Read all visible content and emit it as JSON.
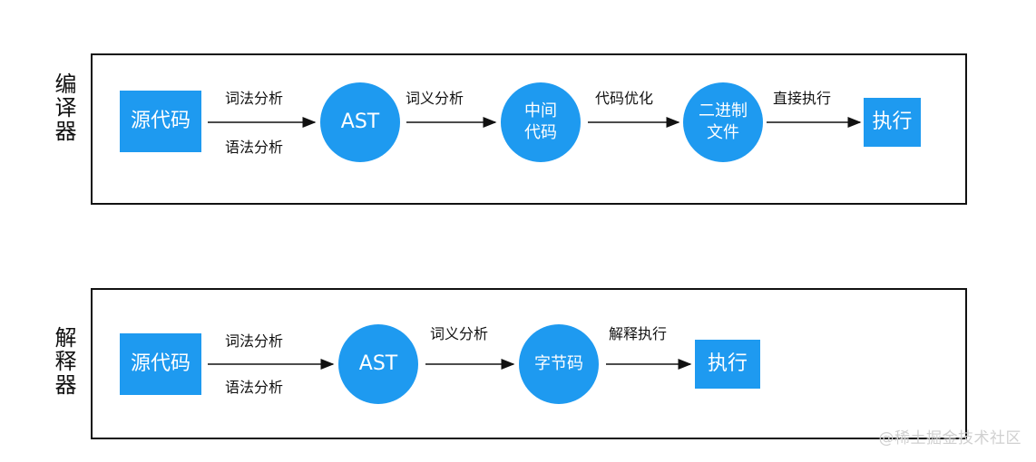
{
  "compiler": {
    "label": "编译器",
    "nodes": {
      "source": "源代码",
      "ast": "AST",
      "ir": "中间\n代码",
      "binary": "二进制\n文件",
      "exec": "执行"
    },
    "edges": {
      "lex": "词法分析",
      "syntax": "语法分析",
      "semantic": "词义分析",
      "optimize": "代码优化",
      "direct_exec": "直接执行"
    }
  },
  "interpreter": {
    "label": "解释器",
    "nodes": {
      "source": "源代码",
      "ast": "AST",
      "bytecode": "字节码",
      "exec": "执行"
    },
    "edges": {
      "lex": "词法分析",
      "syntax": "语法分析",
      "semantic": "词义分析",
      "interpret_exec": "解释执行"
    }
  },
  "colors": {
    "node_fill": "#1e9af0",
    "line": "#111111"
  },
  "watermark": "@稀土掘金技术社区"
}
